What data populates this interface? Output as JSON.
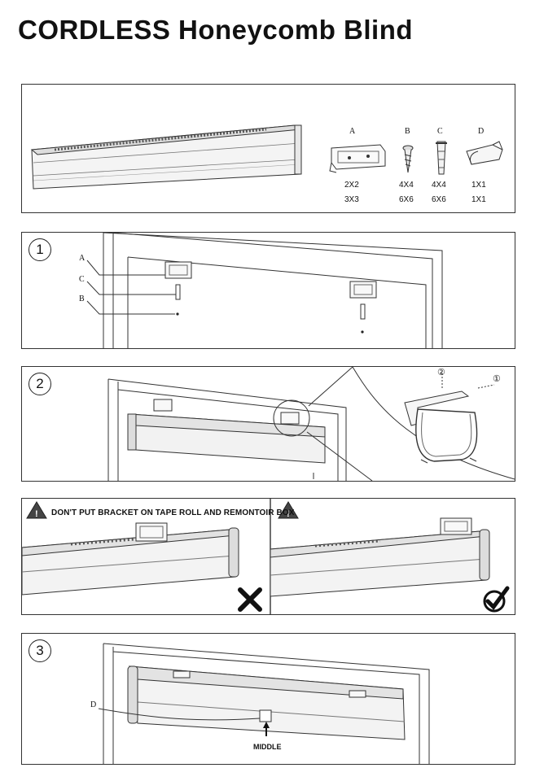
{
  "title": "CORDLESS Honeycomb Blind",
  "parts": [
    {
      "letter": "A",
      "qty": [
        "2X2",
        "3X3"
      ]
    },
    {
      "letter": "B",
      "qty": [
        "4X4",
        "6X6"
      ]
    },
    {
      "letter": "C",
      "qty": [
        "4X4",
        "6X6"
      ]
    },
    {
      "letter": "D",
      "qty": [
        "1X1",
        "1X1"
      ]
    }
  ],
  "step1": {
    "number": "1",
    "labels": [
      "A",
      "C",
      "B"
    ]
  },
  "step2": {
    "number": "2",
    "callouts": [
      "②",
      "①"
    ]
  },
  "warning": {
    "text": "DON'T PUT BRACKET ON TAPE ROLL AND REMONTOIR BOX",
    "wrong_icon": "cross-icon",
    "right_icon": "check-icon"
  },
  "step3": {
    "number": "3",
    "label_d": "D",
    "middle": "MIDDLE"
  }
}
